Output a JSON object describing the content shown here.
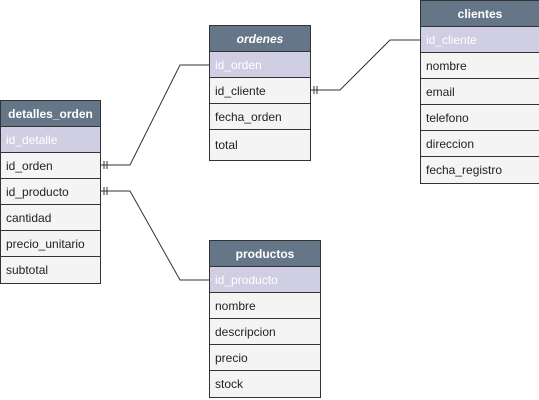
{
  "entities": {
    "detalles_orden": {
      "title": "detalles_orden",
      "fields": [
        "id_detalle",
        "id_orden",
        "id_producto",
        "cantidad",
        "precio_unitario",
        "subtotal"
      ]
    },
    "ordenes": {
      "title": "ordenes",
      "fields": [
        "id_orden",
        "id_cliente",
        "fecha_orden",
        "total"
      ]
    },
    "clientes": {
      "title": "clientes",
      "fields": [
        "id_cliente",
        "nombre",
        "email",
        "telefono",
        "direccion",
        "fecha_registro"
      ]
    },
    "productos": {
      "title": "productos",
      "fields": [
        "id_producto",
        "nombre",
        "descripcion",
        "precio",
        "stock"
      ]
    }
  },
  "colors": {
    "header": "#647687",
    "primary_key_row": "#d0cee2",
    "row": "#f4f4f4",
    "border": "#333333"
  }
}
